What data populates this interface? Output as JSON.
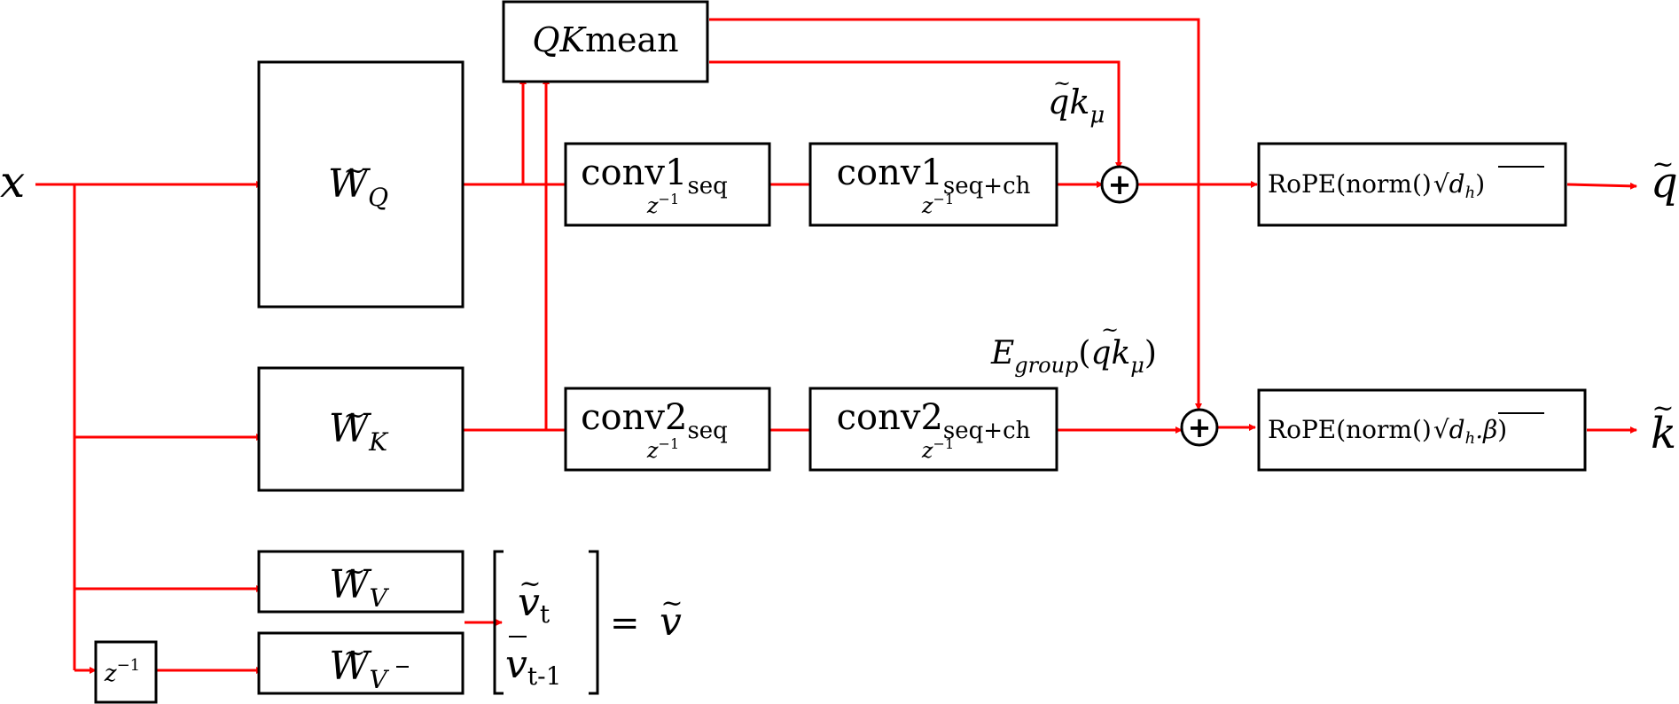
{
  "colors": {
    "wire": "#ff0000",
    "box_stroke": "#000000",
    "background": "#ffffff"
  },
  "inputs": {
    "x": "x"
  },
  "blocks": {
    "qk_mean": {
      "pre": "QK",
      "post": "mean"
    },
    "w_q": {
      "base": "W",
      "sub": "Q"
    },
    "w_k": {
      "base": "W",
      "sub": "K"
    },
    "w_v": {
      "base": "W",
      "sub": "V"
    },
    "w_vbar": {
      "base": "W",
      "sub": "V"
    },
    "delay": {
      "base": "z",
      "sup": "−1"
    },
    "conv1_seq": {
      "main": "conv1",
      "sub": "seq",
      "delay": "z",
      "delay_sup": "−1"
    },
    "conv1_seq_ch": {
      "main": "conv1",
      "sub": "seq+ch",
      "delay": "z",
      "delay_sup": "−1"
    },
    "conv2_seq": {
      "main": "conv2",
      "sub": "seq",
      "delay": "z",
      "delay_sup": "−1"
    },
    "conv2_seq_ch": {
      "main": "conv2",
      "sub": "seq+ch",
      "delay": "z",
      "delay_sup": "−1"
    },
    "rope_q": {
      "prefix": "RoPE(norm()",
      "root": "d",
      "root_sub": "h",
      "suffix": ")"
    },
    "rope_k": {
      "prefix": "RoPE(norm()",
      "root": "d",
      "root_sub": "h",
      "extra": ".β",
      "suffix": ")"
    }
  },
  "sums": {
    "symbol": "+"
  },
  "labels": {
    "qk_mu": {
      "main": "qk",
      "sub": "μ"
    },
    "e_group": {
      "pre": "E",
      "sub": "group",
      "open": "(",
      "main": "qk",
      "main_sub": "μ",
      "close": ")"
    }
  },
  "outputs": {
    "q": "q",
    "k": "k",
    "v_vector": {
      "row1": {
        "main": "v",
        "sub": "t"
      },
      "row2": {
        "main": "v",
        "sub": "t-1"
      },
      "equals": "=",
      "result": "v"
    }
  }
}
